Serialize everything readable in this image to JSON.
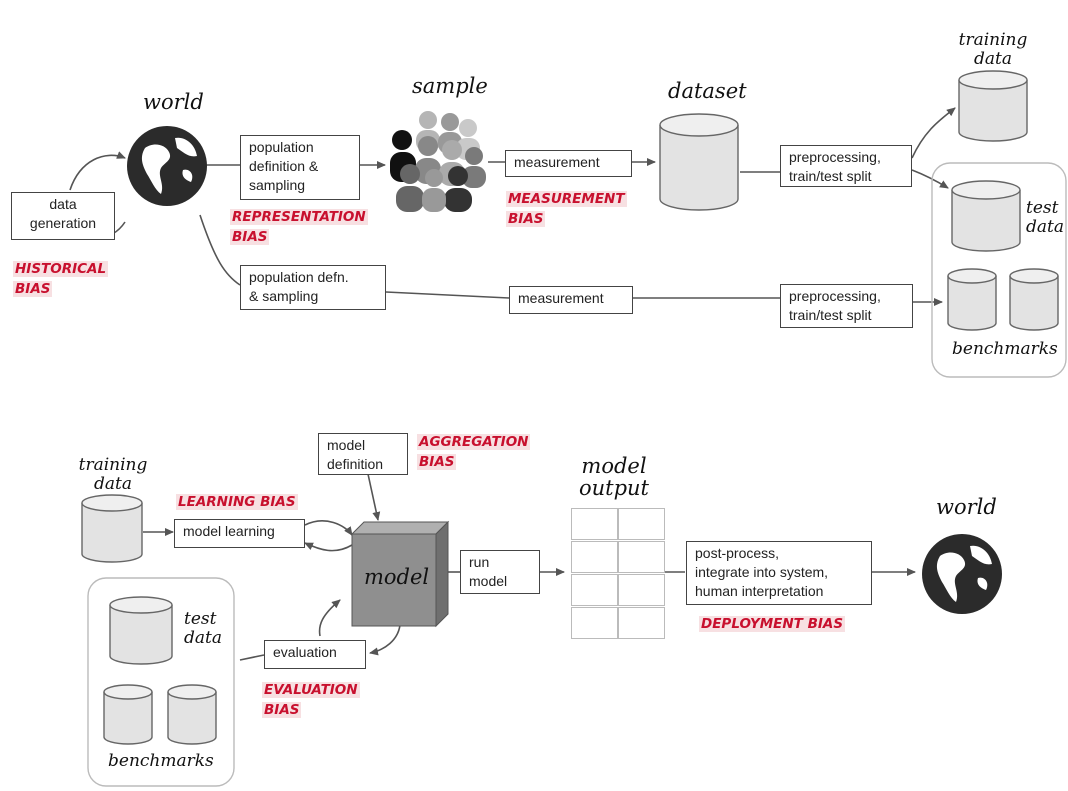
{
  "top": {
    "world_label": "world",
    "sample_label": "sample",
    "dataset_label": "dataset",
    "training_label": "training\ndata",
    "test_label": "test\ndata",
    "benchmarks_label": "benchmarks",
    "data_generation": "data\ngeneration",
    "population_definition": "population\ndefinition &\nsampling",
    "measurement_1": "measurement",
    "preprocessing_1": "preprocessing,\ntrain/test split",
    "population_defn": "population defn.\n& sampling",
    "measurement_2": "measurement",
    "preprocessing_2": "preprocessing,\ntrain/test split",
    "historical_bias": [
      "HISTORICAL",
      "BIAS"
    ],
    "representation_bias": [
      "REPRESENTATION",
      "BIAS"
    ],
    "measurement_bias": [
      "MEASUREMENT",
      "BIAS"
    ]
  },
  "bottom": {
    "training_label": "training\ndata",
    "model_learning": "model learning",
    "model_definition": "model\ndefinition",
    "model_label": "model",
    "run_model": "run\nmodel",
    "model_output_label": "model\noutput",
    "post_process": "post-process,\nintegrate into system,\nhuman interpretation",
    "world_label": "world",
    "evaluation": "evaluation",
    "test_label": "test\ndata",
    "benchmarks_label": "benchmarks",
    "learning_bias": [
      "LEARNING BIAS"
    ],
    "aggregation_bias": [
      "AGGREGATION",
      "BIAS"
    ],
    "evaluation_bias": [
      "EVALUATION",
      "BIAS"
    ],
    "deployment_bias": [
      "DEPLOYMENT BIAS"
    ]
  },
  "colors": {
    "bias_red": "#c8102e",
    "bias_highlight": "#f7e0e2",
    "cylinder_fill": "#e3e3e3",
    "globe_dark": "#2b2b2b",
    "model_cube": "#8f8f8f"
  }
}
